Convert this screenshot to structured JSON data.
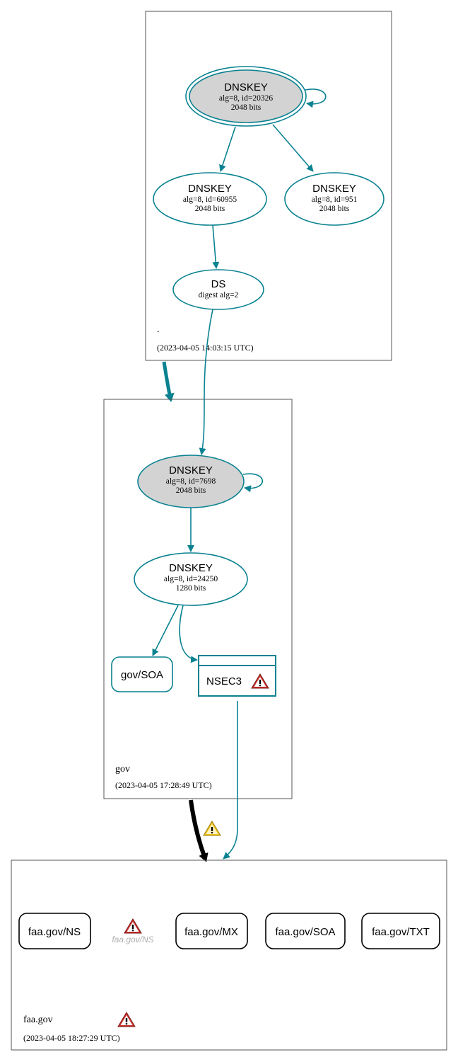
{
  "colors": {
    "accent": "#0a8291",
    "key_fill_ksk": "#d3d3d3",
    "delegation_bad": "#000000",
    "error_red": "#c9302c",
    "warning_yellow": "#f0c419"
  },
  "zones": {
    "root": {
      "name": ".",
      "timestamp": "(2023-04-05 14:03:15 UTC)",
      "ksk": {
        "title": "DNSKEY",
        "line1": "alg=8, id=20326",
        "line2": "2048 bits"
      },
      "zsk1": {
        "title": "DNSKEY",
        "line1": "alg=8, id=60955",
        "line2": "2048 bits"
      },
      "zsk2": {
        "title": "DNSKEY",
        "line1": "alg=8, id=951",
        "line2": "2048 bits"
      },
      "ds": {
        "title": "DS",
        "line1": "digest alg=2"
      }
    },
    "gov": {
      "name": "gov",
      "timestamp": "(2023-04-05 17:28:49 UTC)",
      "ksk": {
        "title": "DNSKEY",
        "line1": "alg=8, id=7698",
        "line2": "2048 bits"
      },
      "zsk": {
        "title": "DNSKEY",
        "line1": "alg=8, id=24250",
        "line2": "1280 bits"
      },
      "soa": "gov/SOA",
      "nsec3": "NSEC3"
    },
    "faa": {
      "name": "faa.gov",
      "timestamp": "(2023-04-05 18:27:29 UTC)",
      "records": [
        "faa.gov/NS",
        "faa.gov/MX",
        "faa.gov/SOA",
        "faa.gov/TXT"
      ],
      "ghost_record": "faa.gov/NS"
    }
  }
}
